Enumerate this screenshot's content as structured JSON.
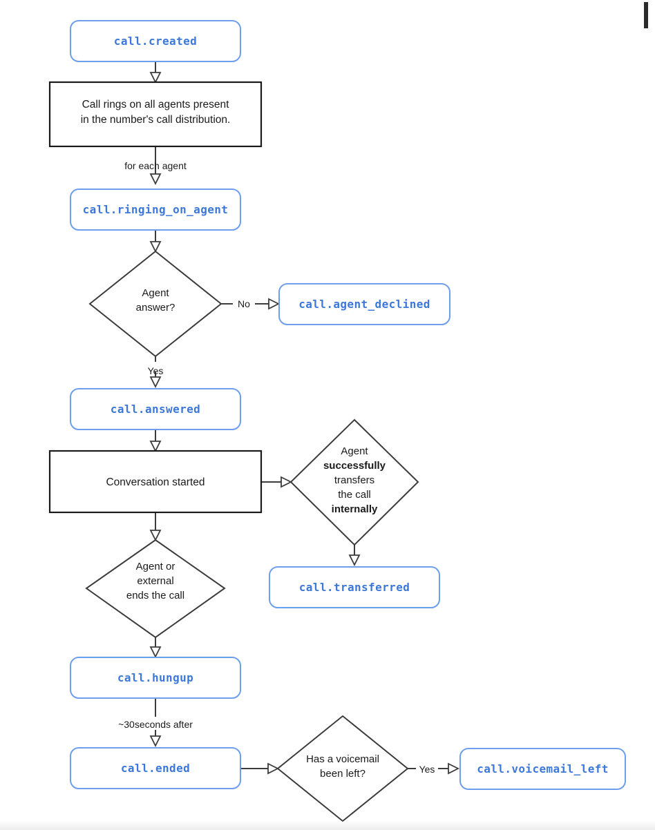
{
  "diagram": {
    "title": "Call lifecycle webhook events flowchart",
    "colors": {
      "event_border": "#6d9eeb",
      "event_text": "#3c78d8",
      "process_stroke": "#1a1a1a",
      "decision_stroke": "#3c3c3c",
      "edge_stroke": "#3c3c3c",
      "background": "#ffffff"
    },
    "nodes": {
      "call_created": {
        "label": "call.created",
        "type": "event"
      },
      "call_rings": {
        "label_line1": "Call rings on all agents present",
        "label_line2": "in the number's call distribution.",
        "type": "process"
      },
      "call_ringing_on_agent": {
        "label": "call.ringing_on_agent",
        "type": "event"
      },
      "agent_answer": {
        "label_line1": "Agent",
        "label_line2": "answer?",
        "type": "decision"
      },
      "call_agent_declined": {
        "label": "call.agent_declined",
        "type": "event"
      },
      "call_answered": {
        "label": "call.answered",
        "type": "event"
      },
      "conversation_started": {
        "label": "Conversation started",
        "type": "process"
      },
      "agent_transfers": {
        "line1": "Agent",
        "line2": "successfully",
        "line3": "transfers",
        "line4": "the call",
        "line5": "internally",
        "type": "decision"
      },
      "call_transferred": {
        "label": "call.transferred",
        "type": "event"
      },
      "agent_or_external_ends": {
        "line1": "Agent or",
        "line2": "external",
        "line3": "ends the call",
        "type": "decision"
      },
      "call_hungup": {
        "label": "call.hungup",
        "type": "event"
      },
      "call_ended": {
        "label": "call.ended",
        "type": "event"
      },
      "has_voicemail": {
        "line1": "Has a voicemail",
        "line2": "been left?",
        "type": "decision"
      },
      "call_voicemail_left": {
        "label": "call.voicemail_left",
        "type": "event"
      }
    },
    "edge_labels": {
      "for_each_agent": "for each agent",
      "no": "No",
      "yes_answer": "Yes",
      "thirty_seconds": "~30seconds after",
      "yes_voicemail": "Yes"
    }
  }
}
